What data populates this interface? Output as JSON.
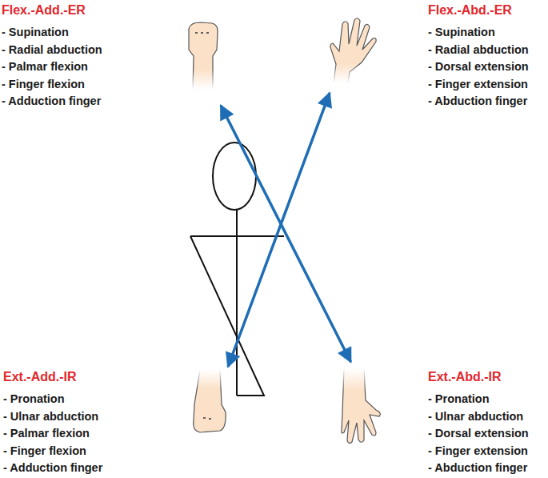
{
  "diagram": {
    "nodes": [
      {
        "text": [
          "Flex.-Add.-ER",
          "- Supination",
          "- Radial abduction",
          "- Palmar flexion",
          "- Finger flexion",
          "- Adduction finger"
        ]
      },
      {
        "text": [
          "Flex.-Abd.-ER",
          "- Supination",
          "- Radial abduction",
          "- Dorsal extension",
          "- Finger extension",
          "- Abduction finger"
        ]
      },
      {
        "text": [
          "Ext.-Add.-IR",
          "- Pronation",
          "- Ulnar abduction",
          "- Palmar flexion",
          "- Finger flexion",
          "- Adduction finger"
        ]
      },
      {
        "text": [
          "Ext.-Abd.-IR",
          "- Pronation",
          "- Ulnar abduction",
          "- Dorsal extension",
          "- Finger extension",
          "- Abduction finger"
        ]
      }
    ],
    "edges": [
      {
        "from": 0,
        "to": 3,
        "arrow": "both"
      },
      {
        "from": 2,
        "to": 1,
        "arrow": "both"
      }
    ]
  }
}
